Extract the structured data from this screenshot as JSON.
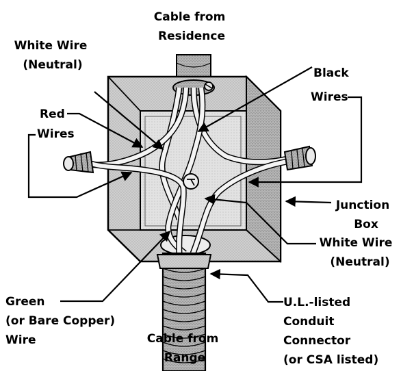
{
  "labels": {
    "cable_from_residence": [
      "Cable from",
      "Residence"
    ],
    "white_wire_top": [
      "White Wire",
      "(Neutral)"
    ],
    "black_wires": [
      "Black",
      "Wires"
    ],
    "red_wires": [
      "Red",
      "Wires"
    ],
    "junction_box": [
      "Junction",
      "Box"
    ],
    "white_wire_bottom": [
      "White Wire",
      "(Neutral)"
    ],
    "green_wire": [
      "Green",
      "(or Bare Copper)",
      "Wire"
    ],
    "cable_from_range": [
      "Cable from",
      "Range"
    ],
    "conduit_connector": [
      "U.L.-listed",
      "Conduit",
      "Connector",
      "(or CSA listed)"
    ]
  },
  "colors": {
    "ink": "#000000",
    "box_fill": "#c8c8c8",
    "box_side": "#a8a8a8",
    "interior": "#dcdcdc",
    "wire": "#f4f4f4"
  }
}
